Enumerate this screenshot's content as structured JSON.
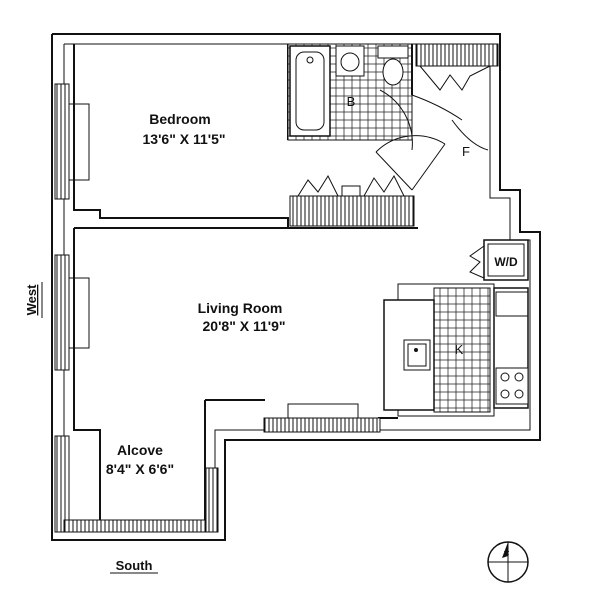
{
  "rooms": {
    "bedroom": {
      "name": "Bedroom",
      "dims": "13'6\" X 11'5\""
    },
    "living": {
      "name": "Living Room",
      "dims": "20'8\" X 11'9\""
    },
    "alcove": {
      "name": "Alcove",
      "dims": "8'4\" X 6'6\""
    }
  },
  "markers": {
    "bath": "B",
    "foyer": "F",
    "kitchen": "K",
    "washer_dryer": "W/D"
  },
  "orientation": {
    "west": "West",
    "south": "South",
    "north_arrow": "N"
  }
}
